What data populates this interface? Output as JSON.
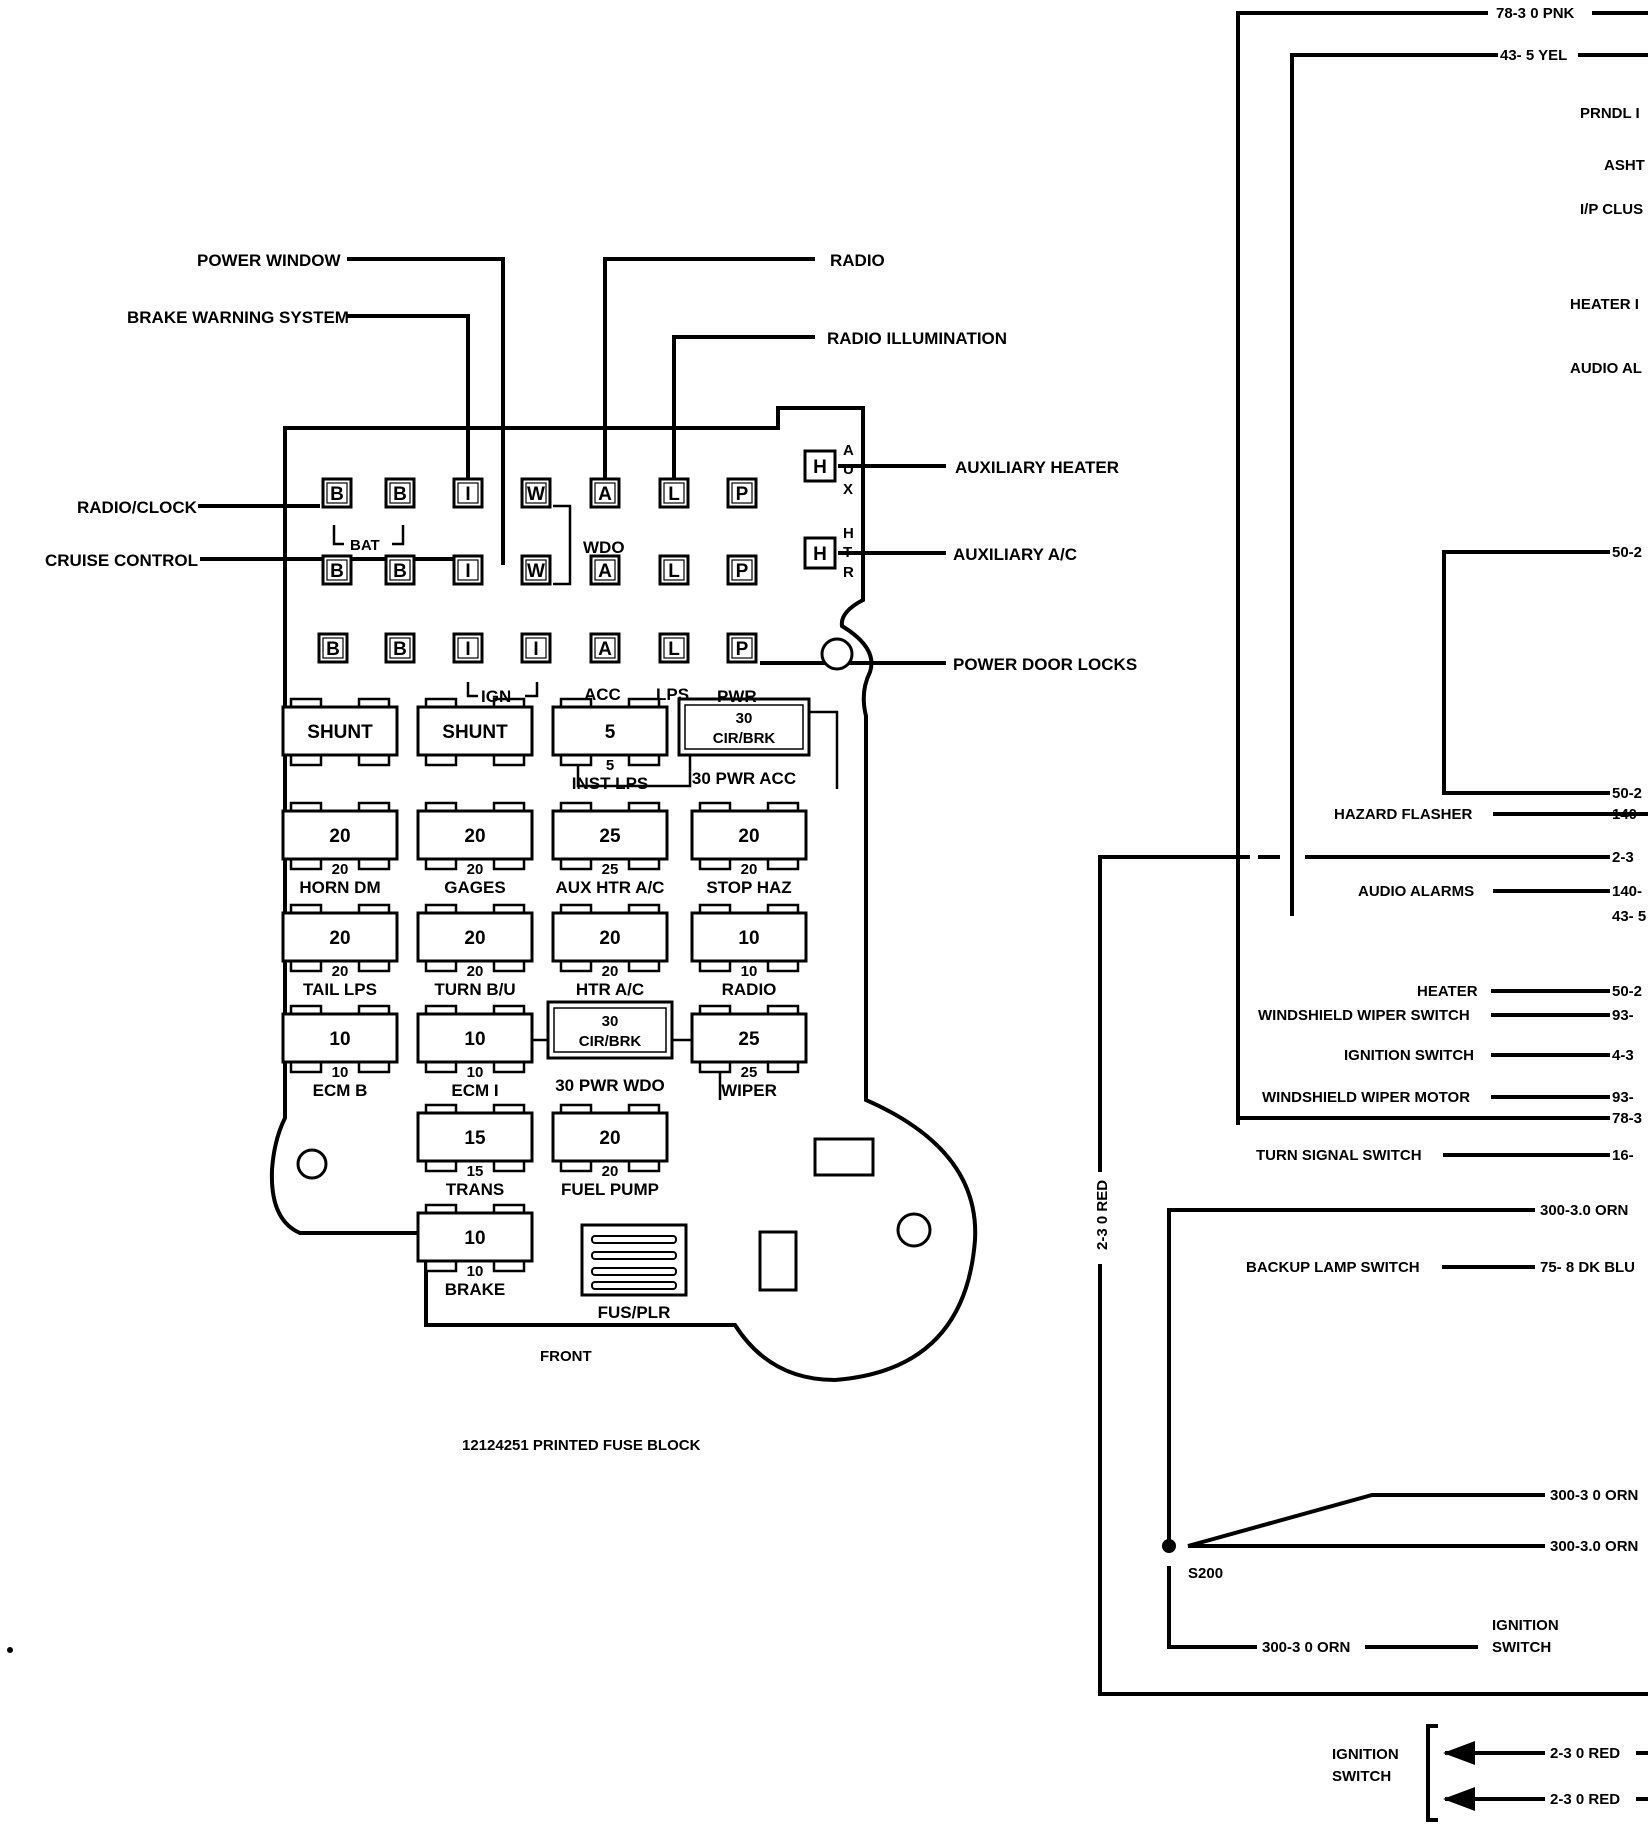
{
  "fuse_block": {
    "callouts": {
      "power_window": "POWER WINDOW",
      "brake_warning": "BRAKE WARNING SYSTEM",
      "radio": "RADIO",
      "radio_illumination": "RADIO ILLUMINATION",
      "radio_clock": "RADIO/CLOCK",
      "cruise_control": "CRUISE CONTROL",
      "auxiliary_heater": "AUXILIARY HEATER",
      "auxiliary_ac": "AUXILIARY A/C",
      "power_door_locks": "POWER DOOR LOCKS"
    },
    "terminal_letters": {
      "b": "B",
      "i": "I",
      "w": "W",
      "a": "A",
      "l": "L",
      "p": "P",
      "h": "H"
    },
    "aux_letters": {
      "a": "A",
      "u": "U",
      "x": "X",
      "h": "H",
      "t": "T",
      "r": "R"
    },
    "group_labels": {
      "bat": "BAT",
      "wdo": "WDO",
      "ign": "IGN",
      "acc": "ACC",
      "lps": "LPS",
      "pwr": "PWR"
    },
    "fuses": {
      "shunt": "SHUNT",
      "inst_lps_value": "5",
      "inst_lps": "INST LPS",
      "cb_value": "30",
      "cb_label": "CIR/BRK",
      "pwr_acc": "30 PWR ACC",
      "horn_dm_value": "20",
      "horn_dm": "HORN DM",
      "gages_value": "20",
      "gages": "GAGES",
      "aux_htr_value": "25",
      "aux_htr": "AUX HTR A/C",
      "stop_haz_value": "20",
      "stop_haz": "STOP HAZ",
      "tail_lps_value": "20",
      "tail_lps": "TAIL LPS",
      "turn_bu_value": "20",
      "turn_bu": "TURN B/U",
      "htr_ac_value": "20",
      "htr_ac": "HTR A/C",
      "radio_value": "10",
      "radio": "RADIO",
      "ecm_b_value": "10",
      "ecm_b": "ECM B",
      "ecm_i_value": "10",
      "ecm_i": "ECM I",
      "pwr_wdo": "30 PWR WDO",
      "wiper_value": "25",
      "wiper": "WIPER",
      "trans_value": "15",
      "trans": "TRANS",
      "fuel_pump_value": "20",
      "fuel_pump": "FUEL PUMP",
      "brake_value": "10",
      "brake": "BRAKE",
      "fus_plr": "FUS/PLR"
    },
    "front_label": "FRONT",
    "caption": "12124251 PRINTED FUSE BLOCK"
  },
  "wiring": {
    "top_wires": [
      "78-3 0 PNK",
      "43- 5 YEL"
    ],
    "right_labels": [
      "PRNDL I",
      "ASHT",
      "I/P CLUS",
      "HEATER I",
      "AUDIO AL"
    ],
    "wire_50_top": "50-2",
    "wire_50_bottom": "50-2",
    "components": {
      "hazard_flasher": "HAZARD FLASHER",
      "audio_alarms": "AUDIO ALARMS",
      "heater": "HEATER",
      "ws_wiper_switch": "WINDSHIELD WIPER SWITCH",
      "ignition_switch": "IGNITION SWITCH",
      "ws_wiper_motor": "WINDSHIELD WIPER MOTOR",
      "turn_signal_switch": "TURN SIGNAL SWITCH",
      "backup_lamp_switch": "BACKUP LAMP SWITCH"
    },
    "wire_codes": {
      "hazard": "140-",
      "red": "2-3",
      "audio": "140-",
      "yel": "43- 5",
      "heater": "50-2",
      "wiper_sw": "93-",
      "ign": "4-3",
      "wiper_motor": "93-",
      "pnk": "78-3",
      "turn": "16-"
    },
    "vertical_wire": "2-3 0 RED",
    "orn_wires": [
      "300-3.0 ORN",
      "300-3 0 ORN",
      "300-3.0 ORN",
      "300-3 0 ORN"
    ],
    "backup_wire": "75- 8 DK BLU",
    "splice": "S200",
    "ignition_switch_label": [
      "IGNITION",
      "SWITCH"
    ],
    "bottom_ignition_label": [
      "IGNITION",
      "SWITCH"
    ],
    "red_wires": [
      "2-3 0 RED",
      "2-3 0 RED"
    ]
  }
}
